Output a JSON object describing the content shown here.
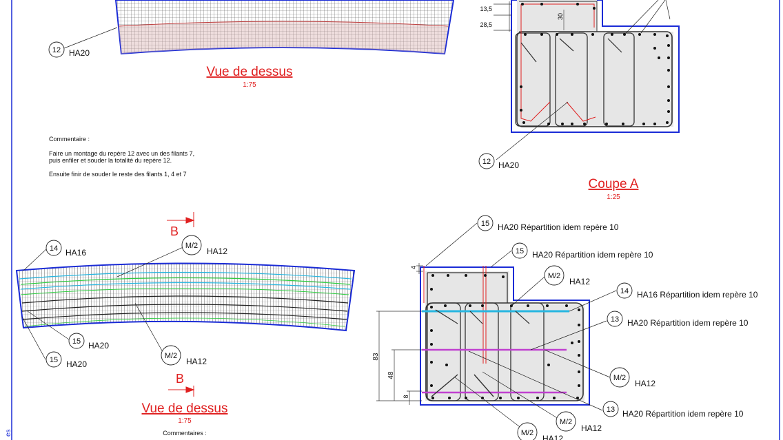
{
  "top_left": {
    "label_12_num": "12",
    "label_12_bar": "HA20",
    "title": "Vue de dessus",
    "scale": "1:75"
  },
  "comment_block": {
    "heading": "Commentaire :",
    "line1": "Faire un montage du repère 12 avec un des filants 7,",
    "line2": "puis enfiler et souder la totalité du repère 12.",
    "line3": "Ensuite finir de souder le reste des filants 1, 4 et 7"
  },
  "coupe_a": {
    "title": "Coupe  A",
    "scale": "1:25",
    "dim_13_5": "13,5",
    "dim_28_5": "28,5",
    "dim_30": "30",
    "label_12_num": "12",
    "label_12_bar": "HA20"
  },
  "bottom_left": {
    "section_mark": "B",
    "l14_num": "14",
    "l14_bar": "HA16",
    "lm2_top_num": "M/2",
    "lm2_top_bar": "HA12",
    "l15a_num": "15",
    "l15a_bar": "HA20",
    "l15b_num": "15",
    "l15b_bar": "HA20",
    "lm2_bot_num": "M/2",
    "lm2_bot_bar": "HA12",
    "title": "Vue de dessus",
    "scale": "1:75",
    "comment_heading": "Commentaires :"
  },
  "coupe_b": {
    "dim_4": "4",
    "dim_83": "83",
    "dim_48": "48",
    "dim_8": "8",
    "c15a_num": "15",
    "c15a_txt": "HA20 Répartition idem repère 10",
    "c15b_num": "15",
    "c15b_txt": "HA20 Répartition idem repère 10",
    "cm2a_num": "M/2",
    "cm2a_bar": "HA12",
    "c14_num": "14",
    "c14_txt": "HA16 Répartition idem repère 10",
    "c13a_num": "13",
    "c13a_txt": "HA20 Répartition idem repère 10",
    "cm2b_num": "M/2",
    "cm2b_bar": "HA12",
    "c13b_num": "13",
    "c13b_txt": "HA20 Répartition idem repère 10",
    "cm2c_num": "M/2",
    "cm2c_bar": "HA12",
    "cm2d_num": "M/2",
    "cm2d_bar": "HA12"
  },
  "edge_fragment": "es",
  "colors": {
    "frame_blue": "#1a2bd6",
    "annot_red": "#e02020",
    "rebar_cyan": "#27b6e0",
    "rebar_magenta": "#c040d0",
    "rebar_green": "#2ecc40"
  }
}
